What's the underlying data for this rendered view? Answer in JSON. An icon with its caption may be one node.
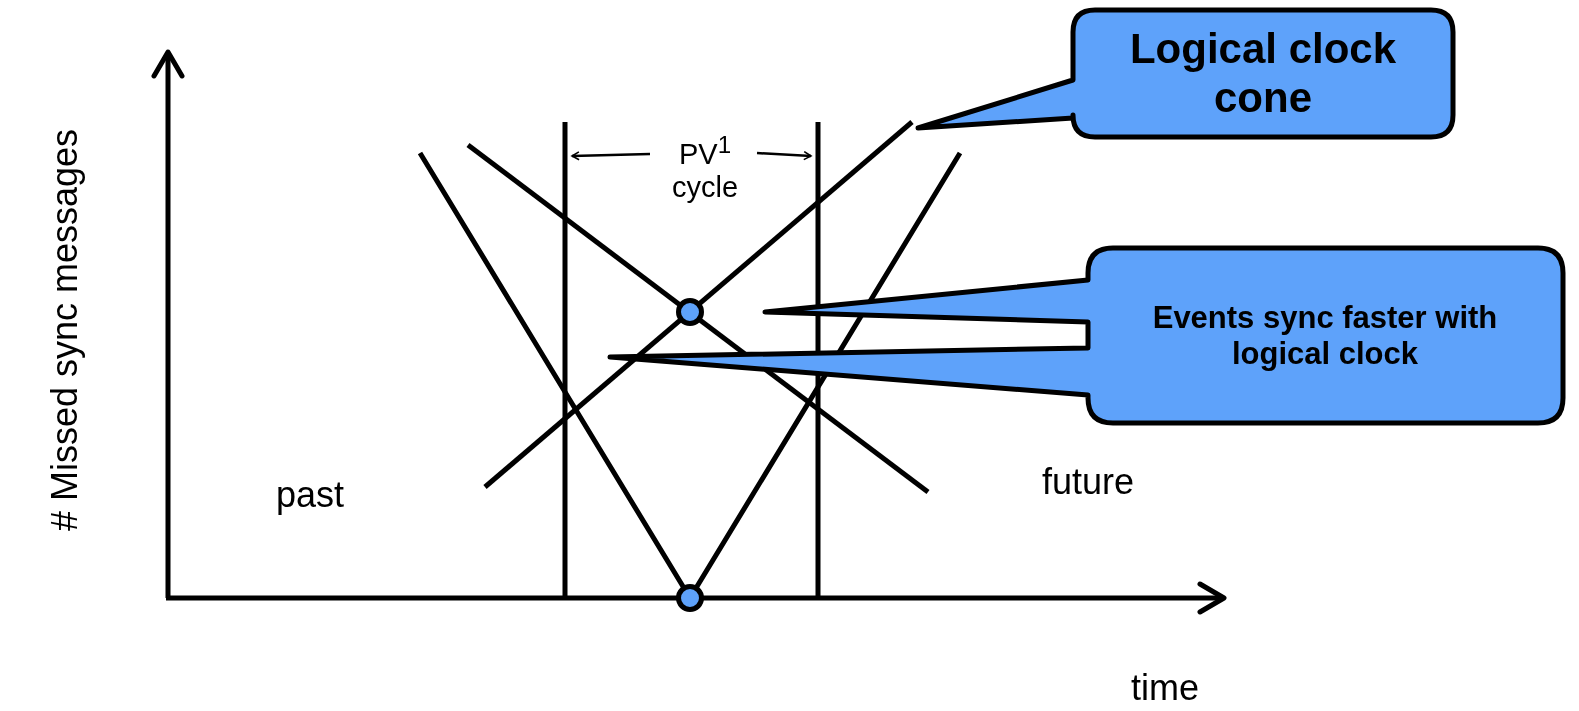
{
  "diagram": {
    "nodes": [
      {
        "text": [
          "Logical clock cone"
        ]
      },
      {
        "text": [
          "Events sync faster with logical clock"
        ]
      },
      {
        "text": [],
        "shape": "circle"
      },
      {
        "text": [],
        "shape": "circle"
      }
    ],
    "labels": [
      "# Missed sync messages",
      "PV$^{1}$ cycle",
      "past",
      "future",
      "time"
    ]
  }
}
